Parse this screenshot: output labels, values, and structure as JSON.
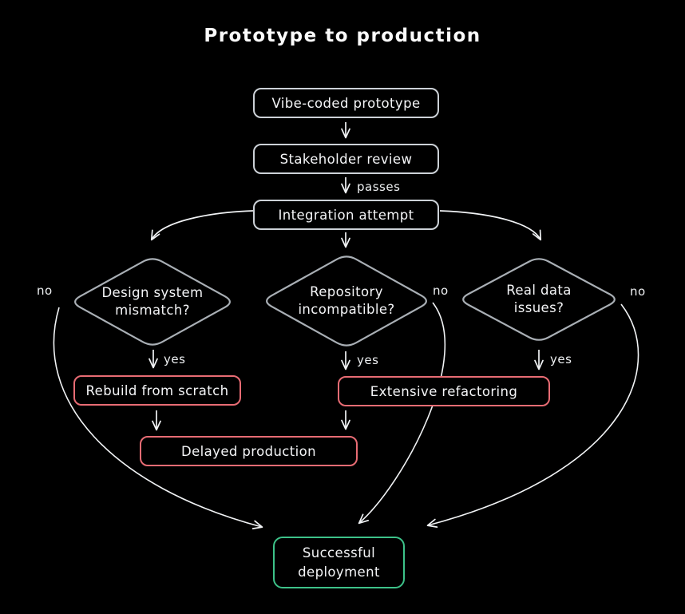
{
  "title": "Prototype to production",
  "colors": {
    "background": "#000000",
    "process_stroke": "#ccd1d7",
    "decision_stroke": "#a9afb5",
    "problem_stroke": "#e86c74",
    "success_stroke": "#3dc289",
    "arrow": "#f1f3f5",
    "text": "#f4f5f7"
  },
  "nodes": {
    "vibe_prototype": {
      "label": "Vibe-coded prototype"
    },
    "stakeholder_review": {
      "label": "Stakeholder review"
    },
    "integration_attempt": {
      "label": "Integration attempt"
    },
    "design_mismatch": {
      "line1": "Design system",
      "line2": "mismatch?"
    },
    "repo_incompatible": {
      "line1": "Repository",
      "line2": "incompatible?"
    },
    "real_data": {
      "line1": "Real data",
      "line2": "issues?"
    },
    "rebuild": {
      "label": "Rebuild from scratch"
    },
    "refactoring": {
      "label": "Extensive refactoring"
    },
    "delayed": {
      "label": "Delayed production"
    },
    "deployment": {
      "line1": "Successful",
      "line2": "deployment"
    }
  },
  "edge_labels": {
    "passes": "passes",
    "yes_design": "yes",
    "yes_repo": "yes",
    "yes_data": "yes",
    "no_design": "no",
    "no_repo": "no",
    "no_data": "no"
  },
  "edges": [
    {
      "from": "vibe_prototype",
      "to": "stakeholder_review",
      "label": ""
    },
    {
      "from": "stakeholder_review",
      "to": "integration_attempt",
      "label": "passes"
    },
    {
      "from": "integration_attempt",
      "to": "design_mismatch",
      "label": ""
    },
    {
      "from": "integration_attempt",
      "to": "repo_incompatible",
      "label": ""
    },
    {
      "from": "integration_attempt",
      "to": "real_data",
      "label": ""
    },
    {
      "from": "design_mismatch",
      "to": "rebuild",
      "label": "yes"
    },
    {
      "from": "repo_incompatible",
      "to": "refactoring",
      "label": "yes"
    },
    {
      "from": "real_data",
      "to": "refactoring",
      "label": "yes"
    },
    {
      "from": "rebuild",
      "to": "delayed",
      "label": ""
    },
    {
      "from": "refactoring",
      "to": "delayed",
      "label": ""
    },
    {
      "from": "design_mismatch",
      "to": "deployment",
      "label": "no"
    },
    {
      "from": "repo_incompatible",
      "to": "deployment",
      "label": "no"
    },
    {
      "from": "real_data",
      "to": "deployment",
      "label": "no"
    }
  ]
}
